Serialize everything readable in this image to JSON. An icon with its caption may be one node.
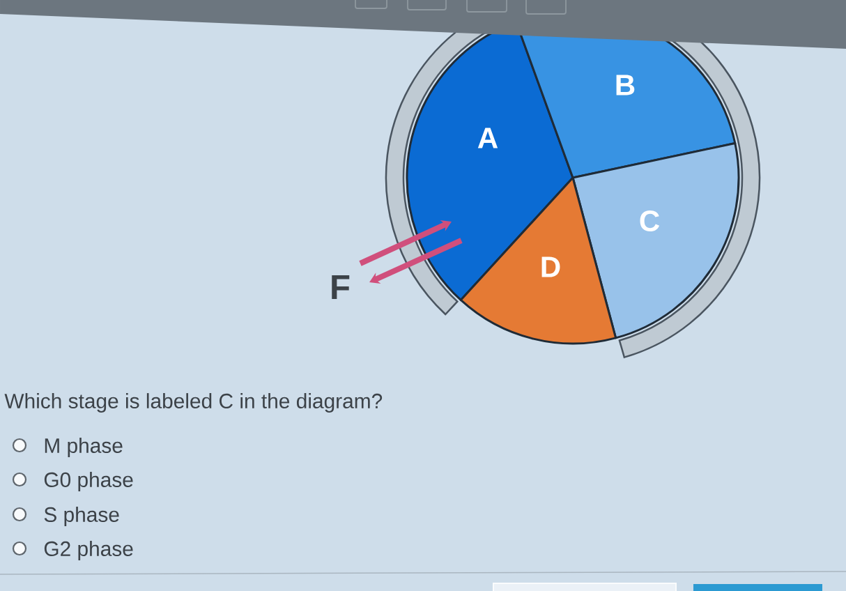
{
  "diagram": {
    "nodes": [
      {
        "text": [
          "A"
        ]
      },
      {
        "text": [
          "B"
        ]
      },
      {
        "text": [
          "C"
        ]
      },
      {
        "text": [
          "D"
        ]
      },
      {
        "text": [
          "F"
        ]
      }
    ],
    "edges": [
      {
        "from": 4,
        "to": 0,
        "arrow": "to"
      },
      {
        "from": 0,
        "to": 4,
        "arrow": "to"
      }
    ],
    "labels": [
      "Which stage is labeled C in the diagram?",
      "M phase",
      "G0 phase",
      "S phase",
      "G2 phase"
    ]
  }
}
